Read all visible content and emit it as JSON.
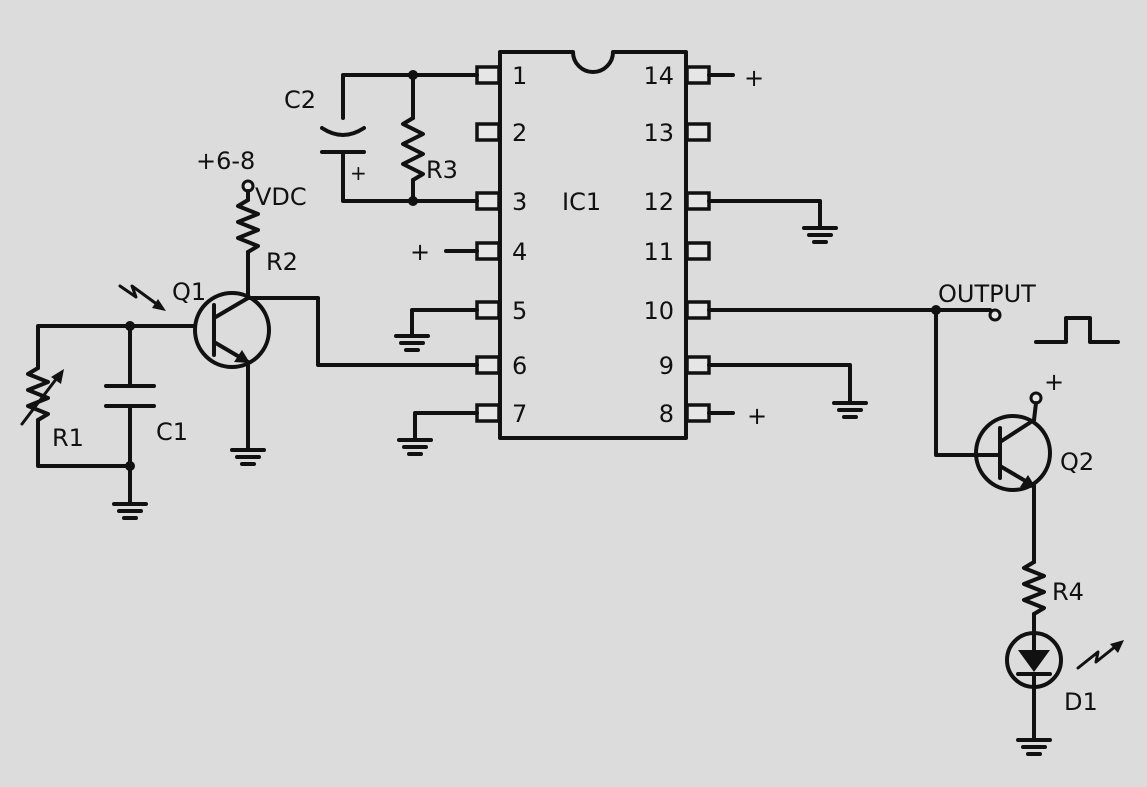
{
  "colors": {
    "background": "#dcdcdc",
    "ink": "#111111"
  },
  "ic": {
    "label": "IC1",
    "left_pins": [
      "1",
      "2",
      "3",
      "4",
      "5",
      "6",
      "7"
    ],
    "right_pins": [
      "14",
      "13",
      "12",
      "11",
      "10",
      "9",
      "8"
    ]
  },
  "labels": {
    "supply_voltage": "+6-8",
    "supply_unit": "VDC",
    "output": "OUTPUT",
    "plus": "+",
    "q1": "Q1",
    "q2": "Q2",
    "r1": "R1",
    "r2": "R2",
    "r3": "R3",
    "r4": "R4",
    "c1": "C1",
    "c2": "C2",
    "d1": "D1"
  },
  "icons": [
    "ground-symbol",
    "npn-transistor",
    "led",
    "variable-resistor",
    "capacitor",
    "resistor",
    "pulse-waveform"
  ]
}
